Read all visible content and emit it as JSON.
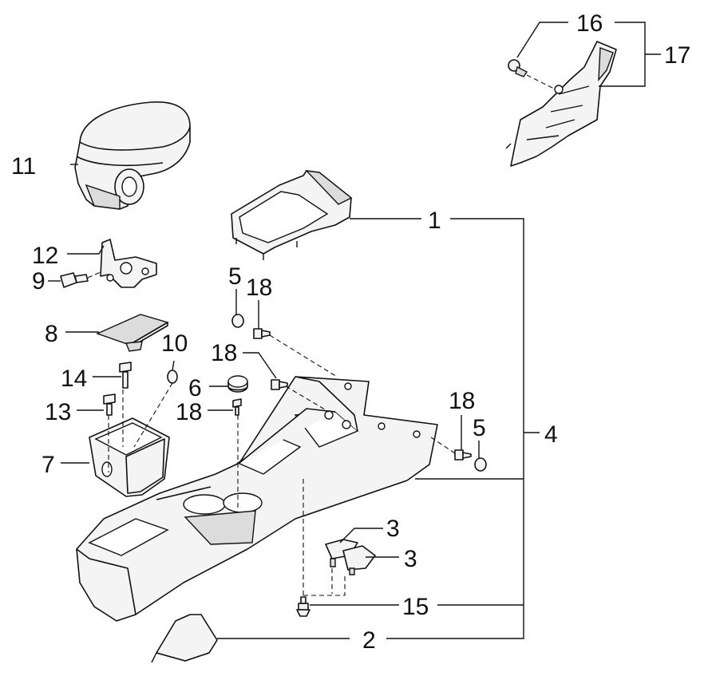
{
  "callouts": {
    "c1": "1",
    "c2": "2",
    "c3a": "3",
    "c3b": "3",
    "c4": "4",
    "c5a": "5",
    "c5b": "5",
    "c6": "6",
    "c7": "7",
    "c8": "8",
    "c9": "9",
    "c10": "10",
    "c11": "11",
    "c12": "12",
    "c13": "13",
    "c14": "14",
    "c15": "15",
    "c16": "16",
    "c17": "17",
    "c18a": "18",
    "c18b": "18",
    "c18c": "18",
    "c18d": "18"
  }
}
